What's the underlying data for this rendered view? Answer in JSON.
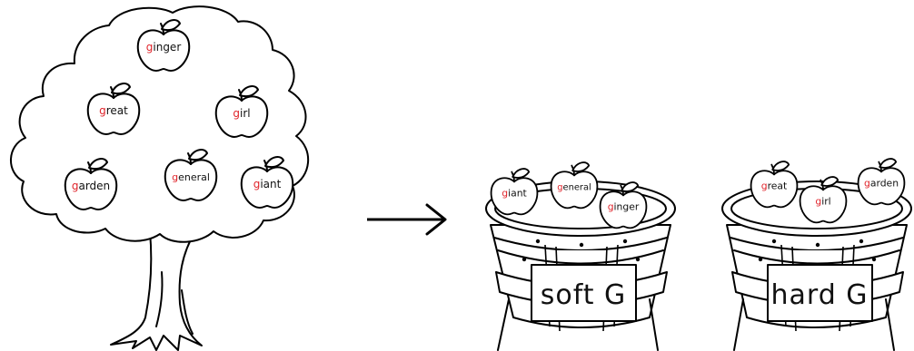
{
  "tree": {
    "apples": [
      {
        "word": "ginger"
      },
      {
        "word": "great"
      },
      {
        "word": "girl"
      },
      {
        "word": "garden"
      },
      {
        "word": "general"
      },
      {
        "word": "giant"
      }
    ]
  },
  "arrow": {
    "direction": "right"
  },
  "baskets": [
    {
      "label": "soft G",
      "apples": [
        {
          "word": "giant"
        },
        {
          "word": "general"
        },
        {
          "word": "ginger"
        }
      ]
    },
    {
      "label": "hard G",
      "apples": [
        {
          "word": "great"
        },
        {
          "word": "girl"
        },
        {
          "word": "garden"
        }
      ]
    }
  ],
  "colors": {
    "highlight_letter": "#e0242b",
    "outline": "#000000"
  }
}
